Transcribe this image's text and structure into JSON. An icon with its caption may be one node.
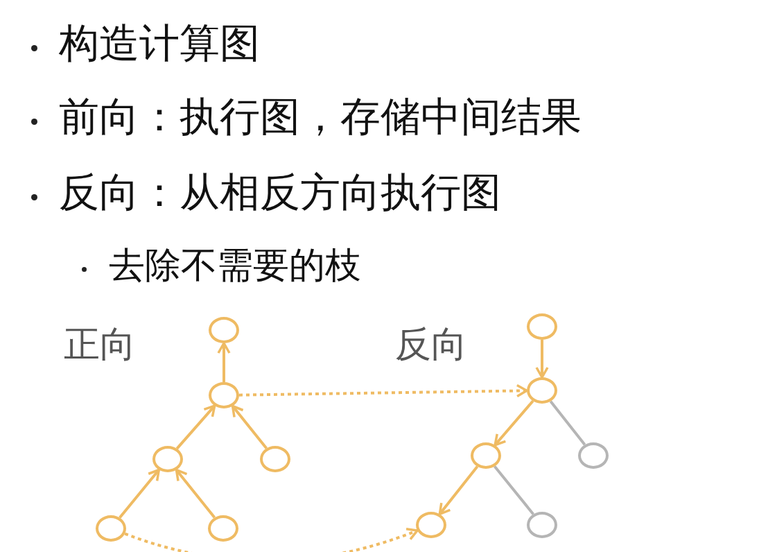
{
  "diagram": {
    "nodes": [
      {
        "text": [],
        "shape": "circle"
      },
      {
        "text": [],
        "shape": "circle"
      },
      {
        "text": [],
        "shape": "circle"
      },
      {
        "text": [],
        "shape": "circle"
      },
      {
        "text": [],
        "shape": "circle"
      },
      {
        "text": [],
        "shape": "circle"
      },
      {
        "text": [],
        "shape": "circle"
      },
      {
        "text": [],
        "shape": "circle"
      },
      {
        "text": [],
        "shape": "circle"
      },
      {
        "text": [],
        "shape": "circle"
      },
      {
        "text": [],
        "shape": "circle"
      },
      {
        "text": [],
        "shape": "circle"
      }
    ],
    "edges": [
      {
        "from": 1,
        "to": 0,
        "arrow": "to"
      },
      {
        "from": 2,
        "to": 1,
        "arrow": "to"
      },
      {
        "from": 3,
        "to": 1,
        "arrow": "to"
      },
      {
        "from": 4,
        "to": 2,
        "arrow": "to"
      },
      {
        "from": 5,
        "to": 2,
        "arrow": "to"
      },
      {
        "from": 1,
        "to": 7,
        "arrow": "to",
        "style": "dashed"
      },
      {
        "from": 4,
        "to": 10,
        "arrow": "to",
        "style": "dashed"
      },
      {
        "from": 6,
        "to": 7,
        "arrow": "to"
      },
      {
        "from": 7,
        "to": 8,
        "arrow": "to"
      },
      {
        "from": 7,
        "to": 9,
        "arrow": "none",
        "color": "#b5b5b5"
      },
      {
        "from": 8,
        "to": 10,
        "arrow": "to"
      },
      {
        "from": 8,
        "to": 11,
        "arrow": "none",
        "color": "#b5b5b5"
      }
    ],
    "labels": [
      "构造计算图",
      "前向：执行图，存储中间结果",
      "反向：从相反方向执行图",
      "去除不需要的枝",
      "正向",
      "反向"
    ]
  }
}
